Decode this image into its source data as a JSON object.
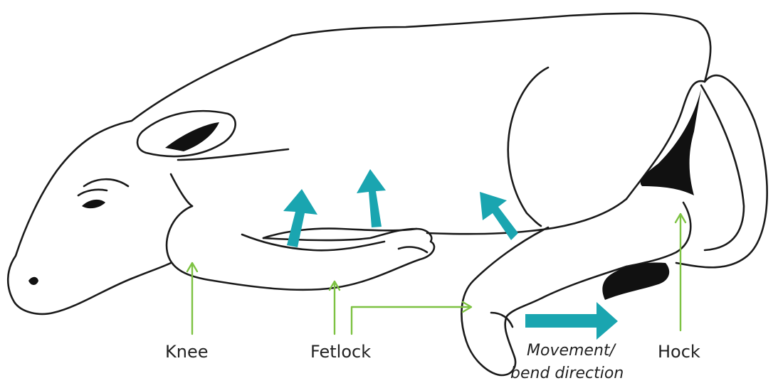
{
  "labels": {
    "knee": "Knee",
    "fetlock": "Fetlock",
    "movement_line1": "Movement/",
    "movement_line2": "bend direction",
    "hock": "Hock"
  },
  "colors": {
    "outline": "#1a1a1a",
    "pointer": "#7dc242",
    "direction_arrow": "#1aa5b0",
    "text": "#222222"
  },
  "icons": {
    "pointer_arrows": "green-pointer-arrow",
    "movement_arrows": "teal-block-arrow"
  }
}
